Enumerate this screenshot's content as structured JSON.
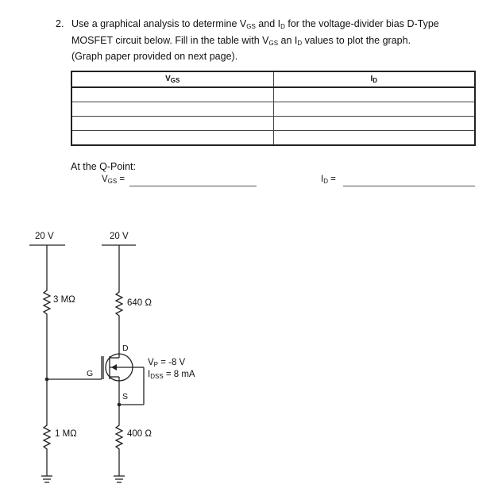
{
  "question": {
    "number": "2.",
    "line1": "Use a graphical analysis to determine V",
    "line1_sub1": "GS",
    "line1_mid": " and I",
    "line1_sub2": "D",
    "line1_end": " for the voltage-divider bias D-Type",
    "line2": "MOSFET circuit below. Fill in the table with V",
    "line2_sub1": "GS",
    "line2_mid": " an I",
    "line2_sub2": "D",
    "line2_end": " values to plot the graph.",
    "line3": "(Graph paper provided on next page)."
  },
  "table": {
    "headers": [
      {
        "main": "V",
        "sub": "GS"
      },
      {
        "main": "I",
        "sub": "D"
      }
    ],
    "rows": [
      [
        "",
        ""
      ],
      [
        "",
        ""
      ],
      [
        "",
        ""
      ],
      [
        "",
        ""
      ]
    ]
  },
  "qpoint": {
    "title": "At the Q-Point:",
    "vgs_label_main": "V",
    "vgs_label_sub": "GS",
    "vgs_label_end": " =",
    "id_label_main": "I",
    "id_label_sub": "D",
    "id_label_end": " ="
  },
  "circuit": {
    "supply_left": "20 V",
    "supply_right": "20 V",
    "r1": "3 MΩ",
    "r2": "1 MΩ",
    "rd": "640 Ω",
    "rs": "400 Ω",
    "gate": "G",
    "drain": "D",
    "source": "S",
    "vp_main": "V",
    "vp_sub": "P",
    "vp_end": " = -8 V",
    "idss_main": "I",
    "idss_sub": "DSS",
    "idss_end": " = 8 mA"
  }
}
